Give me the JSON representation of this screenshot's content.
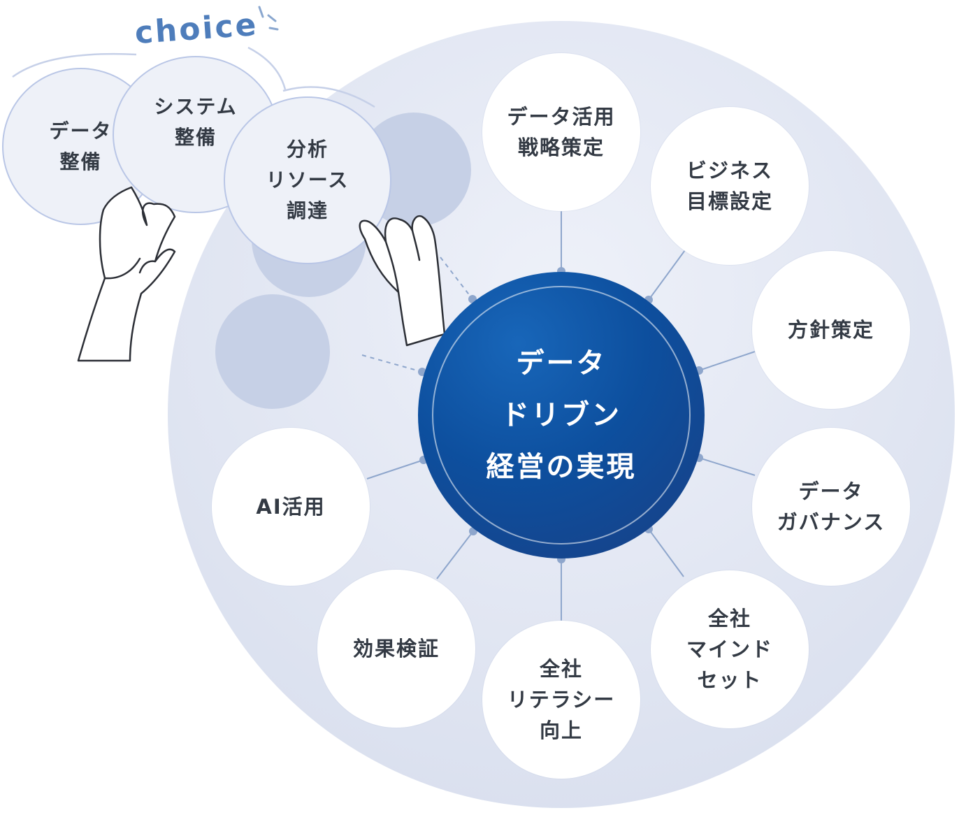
{
  "colors": {
    "big_circle": "#dfe4f1",
    "center_fill": "#134c9a",
    "connector": "#8ea6cc",
    "choice_accent": "#4e7dbb"
  },
  "choice_label": "choice",
  "center": {
    "lines": [
      "データ",
      "ドリブン",
      "経営の実現"
    ]
  },
  "outer_nodes": [
    {
      "id": "strategy",
      "lines": [
        "データ活用",
        "戦略策定"
      ]
    },
    {
      "id": "goal",
      "lines": [
        "ビジネス",
        "目標設定"
      ]
    },
    {
      "id": "policy",
      "lines": [
        "方針策定"
      ]
    },
    {
      "id": "governance",
      "lines": [
        "データ",
        "ガバナンス"
      ]
    },
    {
      "id": "mindset",
      "lines": [
        "全社",
        "マインド",
        "セット"
      ]
    },
    {
      "id": "literacy",
      "lines": [
        "全社",
        "リテラシー",
        "向上"
      ]
    },
    {
      "id": "verify",
      "lines": [
        "効果検証"
      ]
    },
    {
      "id": "ai",
      "lines": [
        "AI活用"
      ]
    }
  ],
  "choice_cards": [
    {
      "id": "data-prep",
      "lines": [
        "データ",
        "整備"
      ]
    },
    {
      "id": "system-prep",
      "lines": [
        "システム",
        "整備"
      ]
    },
    {
      "id": "resources",
      "lines": [
        "分析",
        "リソース",
        "調達"
      ]
    }
  ],
  "icons": [
    "left-hand-icon",
    "right-hand-icon",
    "sparkle-icon"
  ]
}
